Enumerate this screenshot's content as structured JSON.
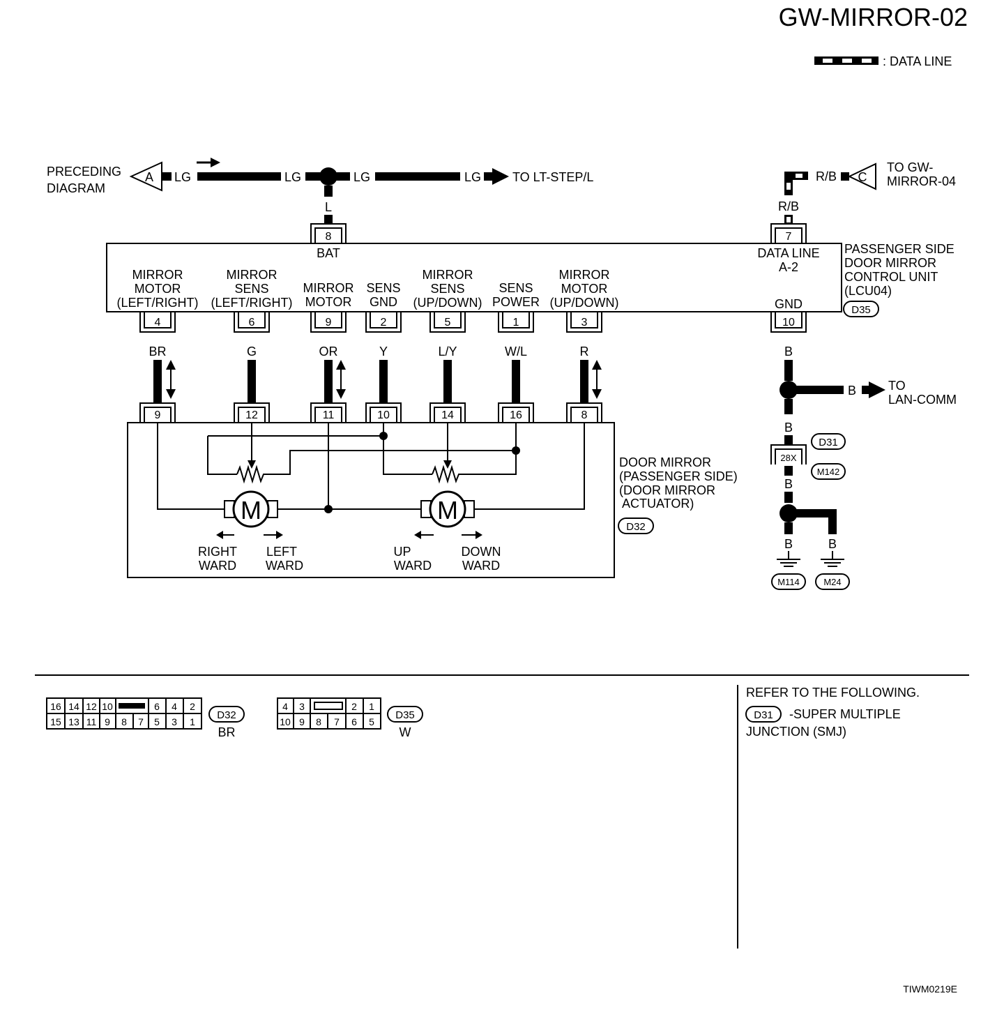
{
  "title": "GW-MIRROR-02",
  "legend": {
    "label": ": DATA LINE"
  },
  "figure_id": "TIWM0219E",
  "top_bus": {
    "preceding": [
      "PRECEDING",
      "DIAGRAM"
    ],
    "marker_a": "A",
    "wire_lg": "LG",
    "to_lt_step": "TO LT-STEP/L",
    "wire_l": "L",
    "wire_rb": "R/B",
    "marker_c": "C",
    "to_gw_mirror": [
      "TO GW-",
      "MIRROR-04"
    ]
  },
  "control_unit": {
    "name": [
      "PASSENGER SIDE",
      "DOOR MIRROR",
      "CONTROL UNIT",
      "(LCU04)"
    ],
    "connector": "D35",
    "bat_pin": "8",
    "bat_label": "BAT",
    "data_pin": "7",
    "data_label": [
      "DATA LINE",
      "A-2"
    ],
    "gnd_label": "GND",
    "gnd_pin": "10",
    "terminals": [
      {
        "label": [
          "MIRROR",
          "MOTOR",
          "(LEFT/RIGHT)"
        ],
        "pin": "4",
        "wire": "BR",
        "dest_pin": "9"
      },
      {
        "label": [
          "MIRROR",
          "SENS",
          "(LEFT/RIGHT)"
        ],
        "pin": "6",
        "wire": "G",
        "dest_pin": "12"
      },
      {
        "label": [
          "MIRROR",
          "MOTOR"
        ],
        "pin": "9",
        "wire": "OR",
        "dest_pin": "11"
      },
      {
        "label": [
          "SENS",
          "GND"
        ],
        "pin": "2",
        "wire": "Y",
        "dest_pin": "10"
      },
      {
        "label": [
          "MIRROR",
          "SENS",
          "(UP/DOWN)"
        ],
        "pin": "5",
        "wire": "L/Y",
        "dest_pin": "14"
      },
      {
        "label": [
          "SENS",
          "POWER"
        ],
        "pin": "1",
        "wire": "W/L",
        "dest_pin": "16"
      },
      {
        "label": [
          "MIRROR",
          "MOTOR",
          "(UP/DOWN)"
        ],
        "pin": "3",
        "wire": "R",
        "dest_pin": "8"
      }
    ]
  },
  "door_mirror": {
    "name": [
      "DOOR MIRROR",
      "(PASSENGER SIDE)",
      "(DOOR MIRROR",
      " ACTUATOR)"
    ],
    "connector": "D32",
    "motor_label": "M",
    "dirs": [
      [
        "RIGHT",
        "WARD"
      ],
      [
        "LEFT",
        "WARD"
      ],
      [
        "UP",
        "WARD"
      ],
      [
        "DOWN",
        "WARD"
      ]
    ]
  },
  "ground": {
    "wire_b": "B",
    "to_lan": [
      "TO",
      "LAN-COMM"
    ],
    "d31": "D31",
    "pin_28x": "28X",
    "m142": "M142",
    "m114": "M114",
    "m24": "M24"
  },
  "bottom": {
    "d32": {
      "top": [
        "16",
        "14",
        "12",
        "10",
        "6",
        "4",
        "2"
      ],
      "bottom": [
        "15",
        "13",
        "11",
        "9",
        "8",
        "7",
        "5",
        "3",
        "1"
      ],
      "id": "D32",
      "color": "BR"
    },
    "d35": {
      "top": [
        "4",
        "3",
        "2",
        "1"
      ],
      "bottom": [
        "10",
        "9",
        "8",
        "7",
        "6",
        "5"
      ],
      "id": "D35",
      "color": "W"
    },
    "refer": "REFER TO THE FOLLOWING.",
    "refer_id": "D31",
    "refer_text": [
      "-SUPER MULTIPLE",
      "JUNCTION (SMJ)"
    ]
  }
}
